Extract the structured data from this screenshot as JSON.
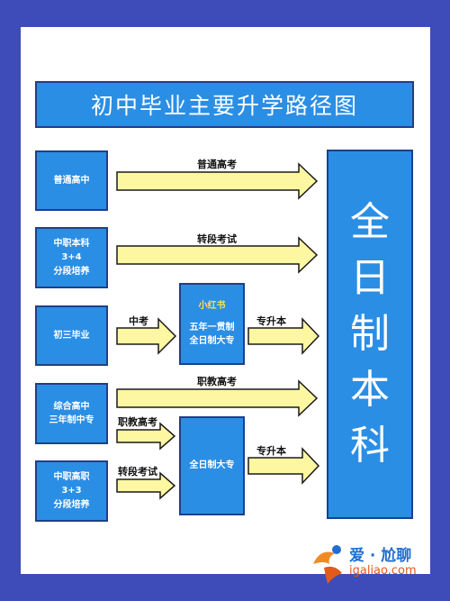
{
  "title": "初中毕业主要升学路径图",
  "sources": [
    {
      "lines": [
        "普通高中"
      ]
    },
    {
      "lines": [
        "中职本科",
        "3+4",
        "分段培养"
      ]
    },
    {
      "lines": [
        "初三毕业"
      ]
    },
    {
      "lines": [
        "综合高中",
        "三年制中专"
      ]
    },
    {
      "lines": [
        "中职高职",
        "3+3",
        "分段培养"
      ]
    }
  ],
  "middle_boxes": [
    {
      "highlight": "小红书",
      "lines": [
        "五年一贯制",
        "全日制大专"
      ]
    },
    {
      "lines": [
        "全日制大专"
      ]
    }
  ],
  "target": {
    "chars": [
      "全",
      "日",
      "制",
      "本",
      "科"
    ]
  },
  "arrow_labels": {
    "regular_exam": "普通高考",
    "transfer_exam": "转段考试",
    "zhongkao": "中考",
    "upgrade_1": "专升本",
    "vocational_exam_long": "职教高考",
    "vocational_exam_short": "职教高考",
    "transfer_exam_short": "转段考试",
    "upgrade_2": "专升本"
  },
  "colors": {
    "background": "#3d4cb8",
    "box_fill": "#2b8ee5",
    "arrow_fill": "#fdf7a2",
    "arrow_stroke": "#1a1a1a"
  },
  "watermark": {
    "brand": "爱 · 尬聊",
    "domain": "igaliao.com"
  }
}
